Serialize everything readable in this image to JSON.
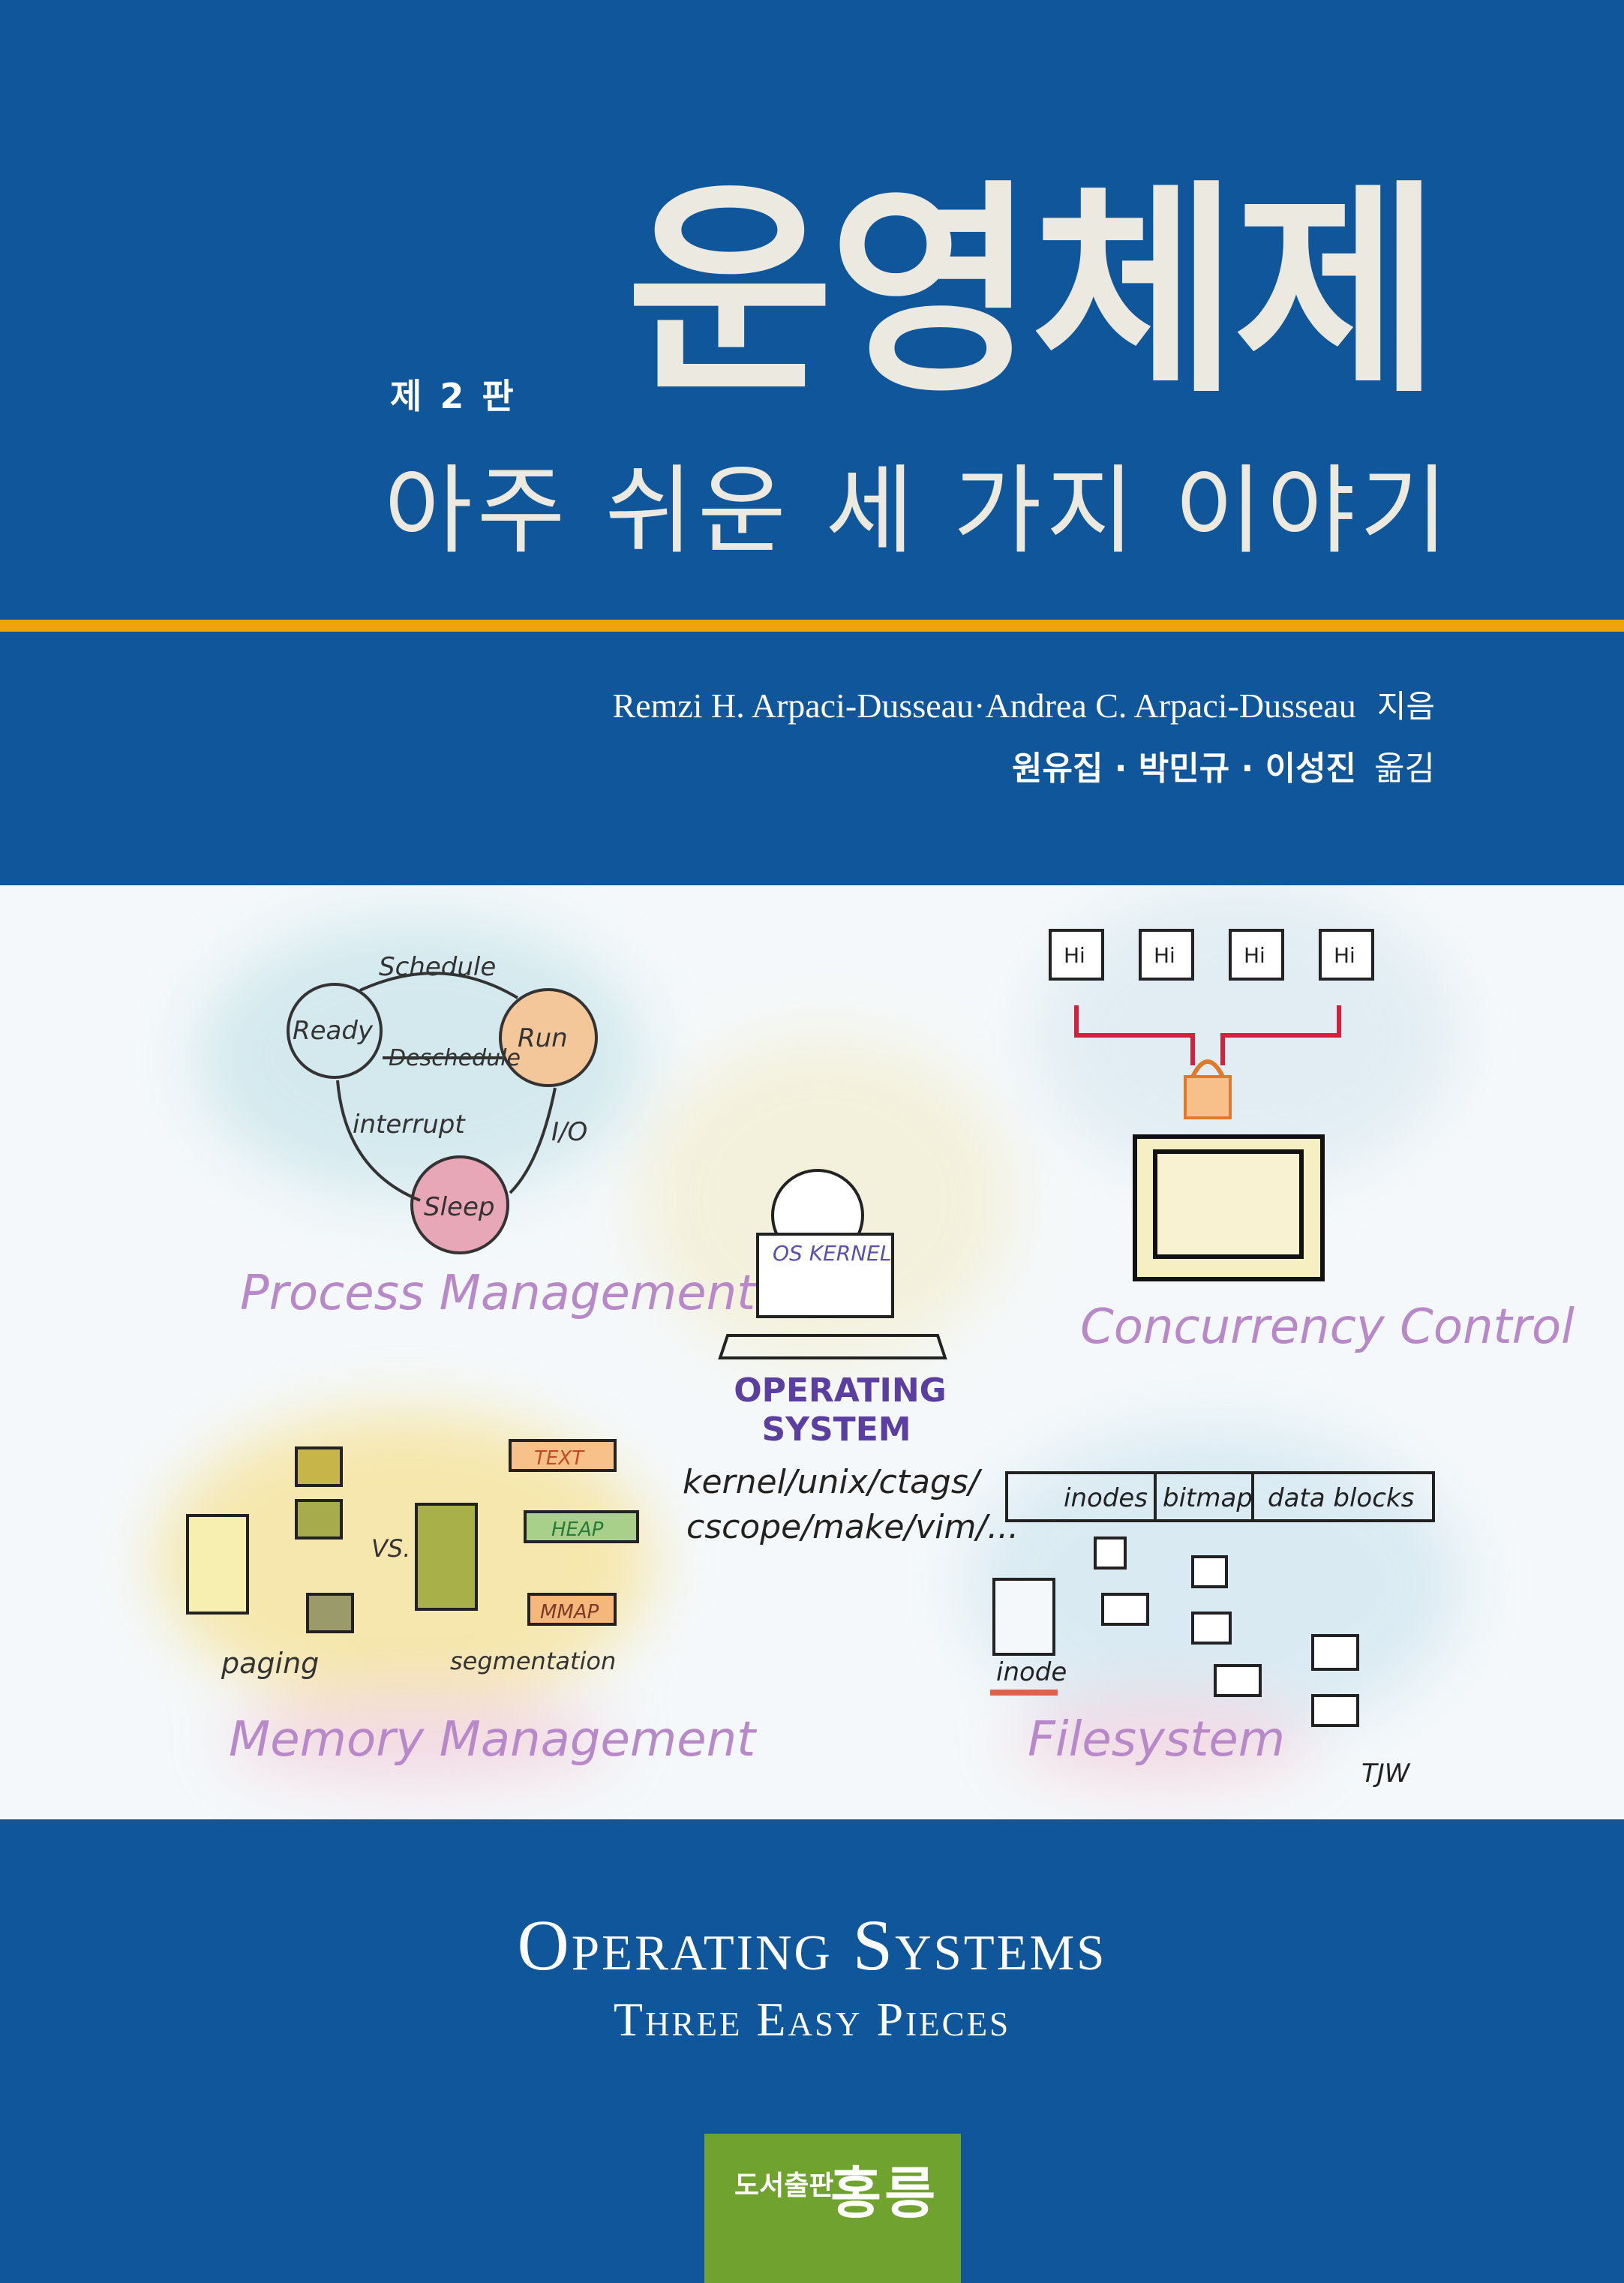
{
  "cover": {
    "edition": "제 2 판",
    "title": "운영체제",
    "subtitle": "아주 쉬운 세 가지 이야기",
    "authors": "Remzi H. Arpaci-Dusseau·Andrea C. Arpaci-Dusseau",
    "authors_role": "지음",
    "translators": "원유집 · 박민규 · 이성진",
    "translators_role": "옮김",
    "english_title": "Operating Systems",
    "english_subtitle": "Three Easy Pieces"
  },
  "illustration": {
    "process": {
      "schedule": "Schedule",
      "ready": "Ready",
      "run": "Run",
      "deschedule": "Deschedule",
      "interrupt": "interrupt",
      "io": "I/O",
      "sleep": "Sleep",
      "label": "Process Management"
    },
    "os": {
      "kernel": "OS KERNEL",
      "line1": "OPERATING",
      "line2": "SYSTEM",
      "tools1": "kernel/unix/ctags/",
      "tools2": "cscope/make/vim/..."
    },
    "concurrency": {
      "chip": "Hi",
      "label": "Concurrency Control"
    },
    "memory": {
      "vs": "VS.",
      "text": "TEXT",
      "heap": "HEAP",
      "mmap": "MMAP",
      "paging": "paging",
      "segmentation": "segmentation",
      "label": "Memory Management"
    },
    "filesystem": {
      "inodes": "inodes",
      "bitmap": "bitmap",
      "data_blocks": "data blocks",
      "inode": "inode",
      "label": "Filesystem"
    },
    "signature": "TJW"
  },
  "publisher": {
    "prefix": "도서출판",
    "name": "홍릉"
  },
  "colors": {
    "background": "#10569a",
    "stripe": "#f0a30a",
    "publisher_box": "#6fa22f",
    "title_text": "#ece9e0",
    "label_purple": "#b889c9"
  }
}
